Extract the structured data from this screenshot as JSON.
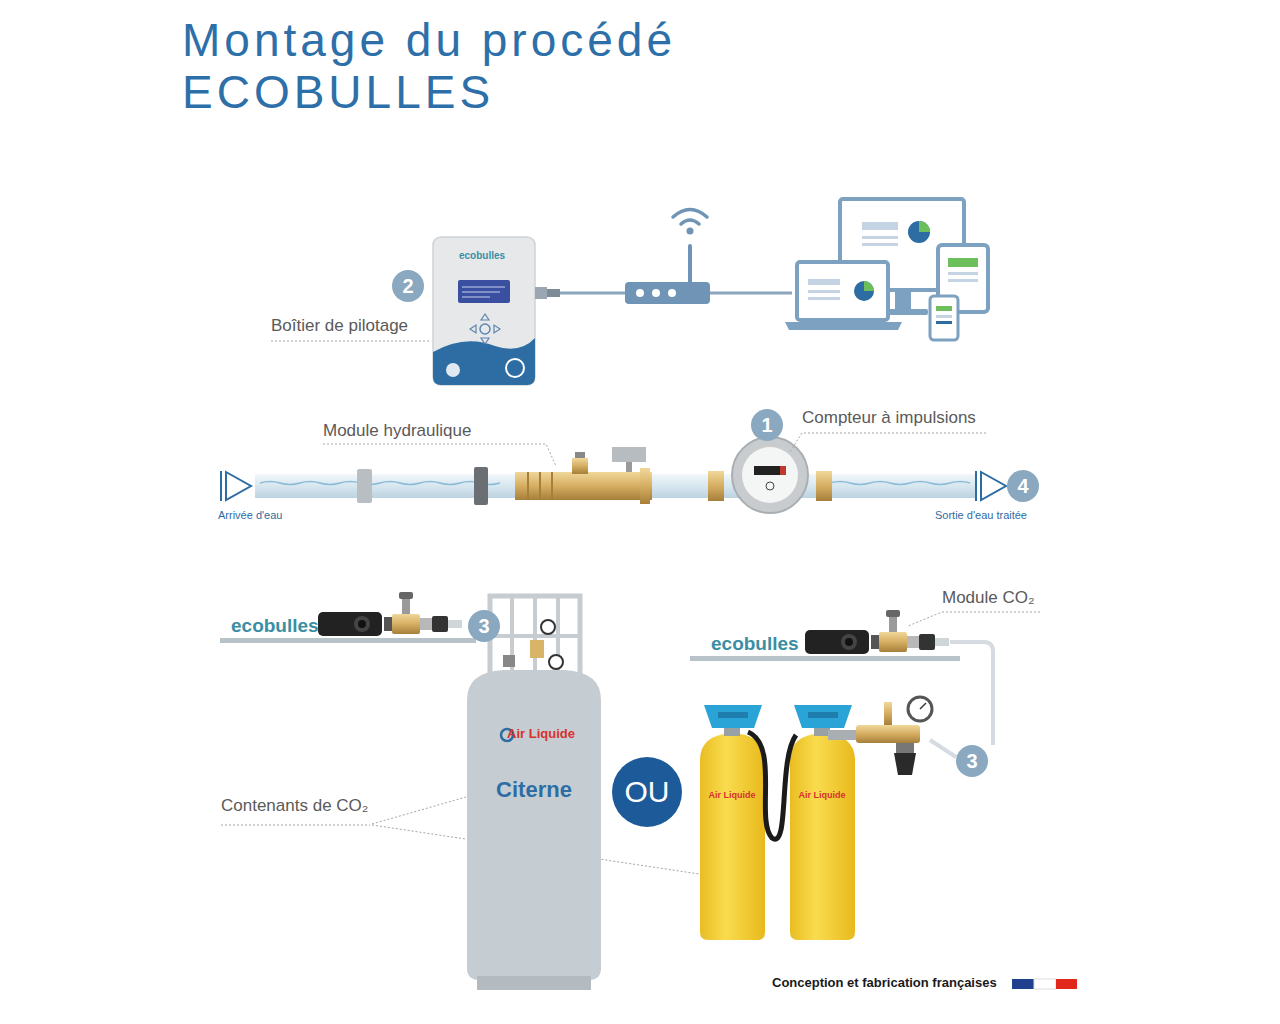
{
  "diagram": {
    "title": "Montage du procédé ECOBULLES",
    "nodes": [
      {
        "text": [
          "Air Liquide",
          "Citerne"
        ]
      },
      {
        "text": [
          "OU"
        ]
      }
    ],
    "labels": [
      "2",
      "Boîtier de pilotage",
      "ecobulles",
      "Module hydraulique",
      "1",
      "Compteur à impulsions",
      "Arrivée d'eau",
      "Sortie d'eau traitée",
      "4",
      "ecobulles",
      "3",
      "Module CO₂",
      "ecobulles",
      "3",
      "Contenants de CO₂",
      "Air Liquide",
      "Air Liquide",
      "Conception et fabrication françaises"
    ]
  }
}
